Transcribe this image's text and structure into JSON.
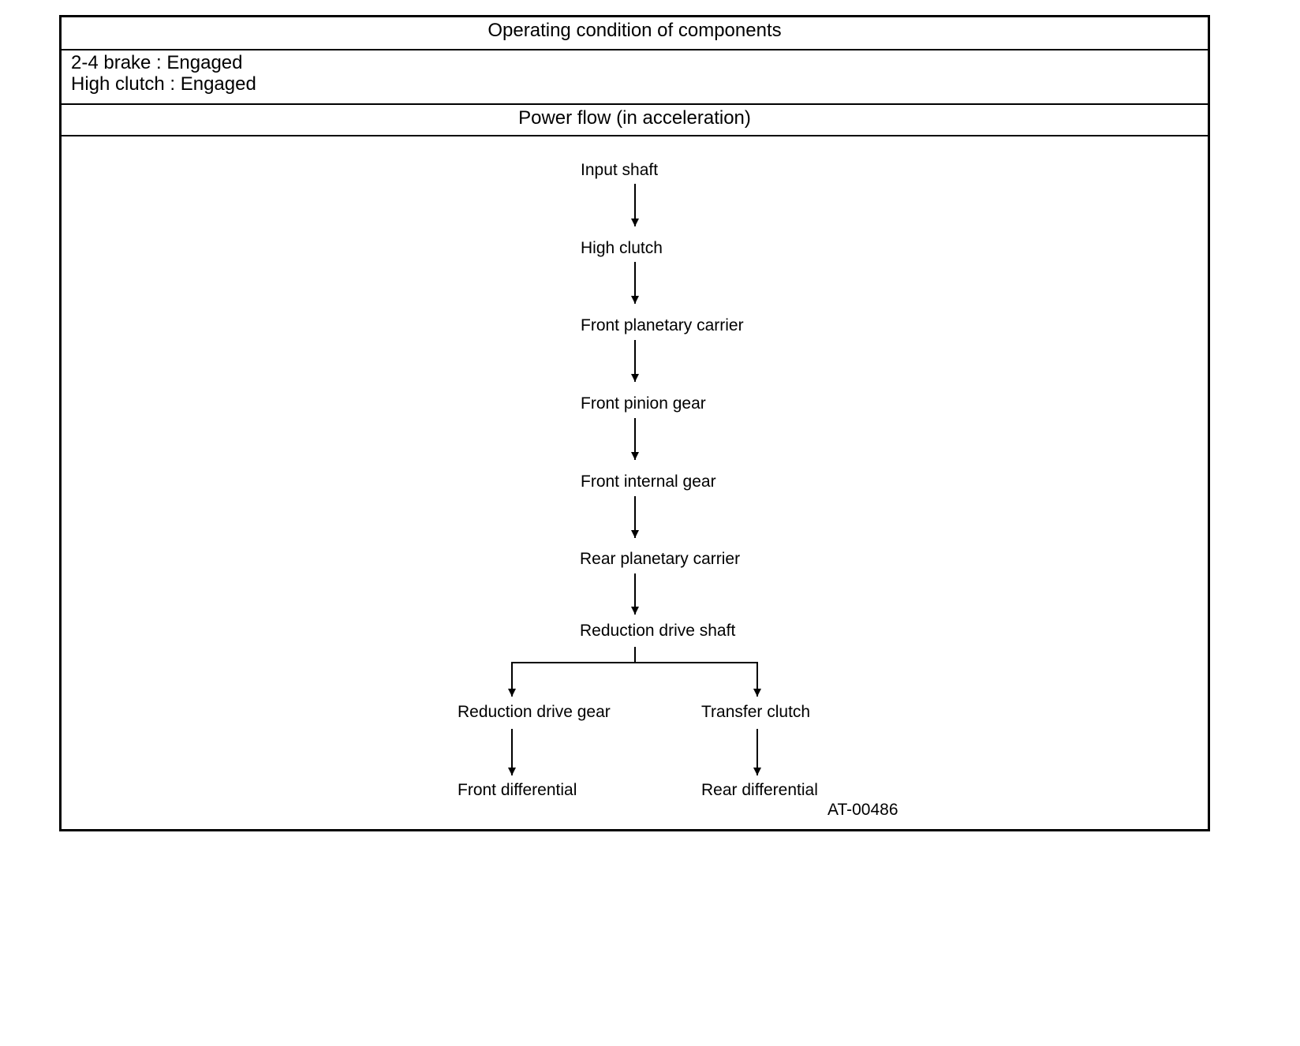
{
  "header": {
    "operating_title": "Operating condition of components",
    "conditions": [
      "2-4 brake : Engaged",
      "High clutch : Engaged"
    ],
    "power_flow_title": "Power flow (in acceleration)"
  },
  "flow": {
    "nodes": [
      "Input shaft",
      "High clutch",
      "Front planetary carrier",
      "Front pinion gear",
      "Front internal gear",
      "Rear planetary carrier",
      "Reduction drive shaft",
      "Reduction drive gear",
      "Transfer clutch",
      "Front differential",
      "Rear differential"
    ]
  },
  "figure_code": "AT-00486"
}
